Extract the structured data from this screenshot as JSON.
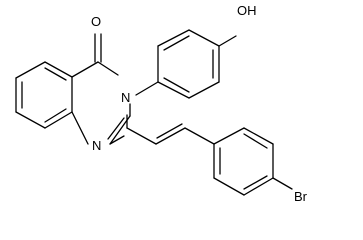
{
  "structure": {
    "atom_labels": {
      "oxygen_carbonyl": "O",
      "oxygen_hydroxyl": "OH",
      "nitrogen_n3": "N",
      "nitrogen_n1": "N",
      "bromine": "Br"
    }
  }
}
